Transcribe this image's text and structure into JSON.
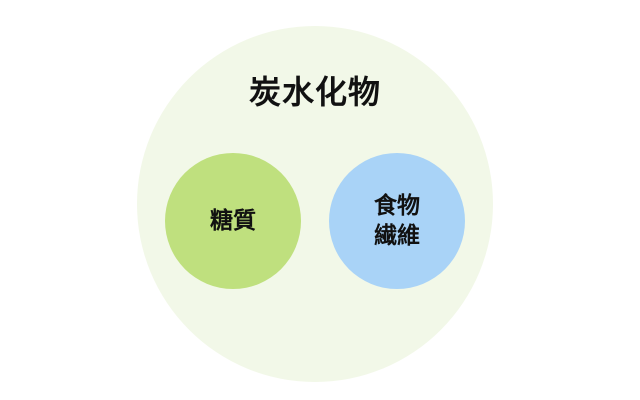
{
  "diagram": {
    "outer": {
      "label": "炭水化物",
      "color": "#f2f8e8"
    },
    "inner": [
      {
        "lines": [
          "糖質"
        ],
        "color": "#bfe07e"
      },
      {
        "lines": [
          "食物",
          "繊維"
        ],
        "color": "#a9d3f7"
      }
    ]
  }
}
